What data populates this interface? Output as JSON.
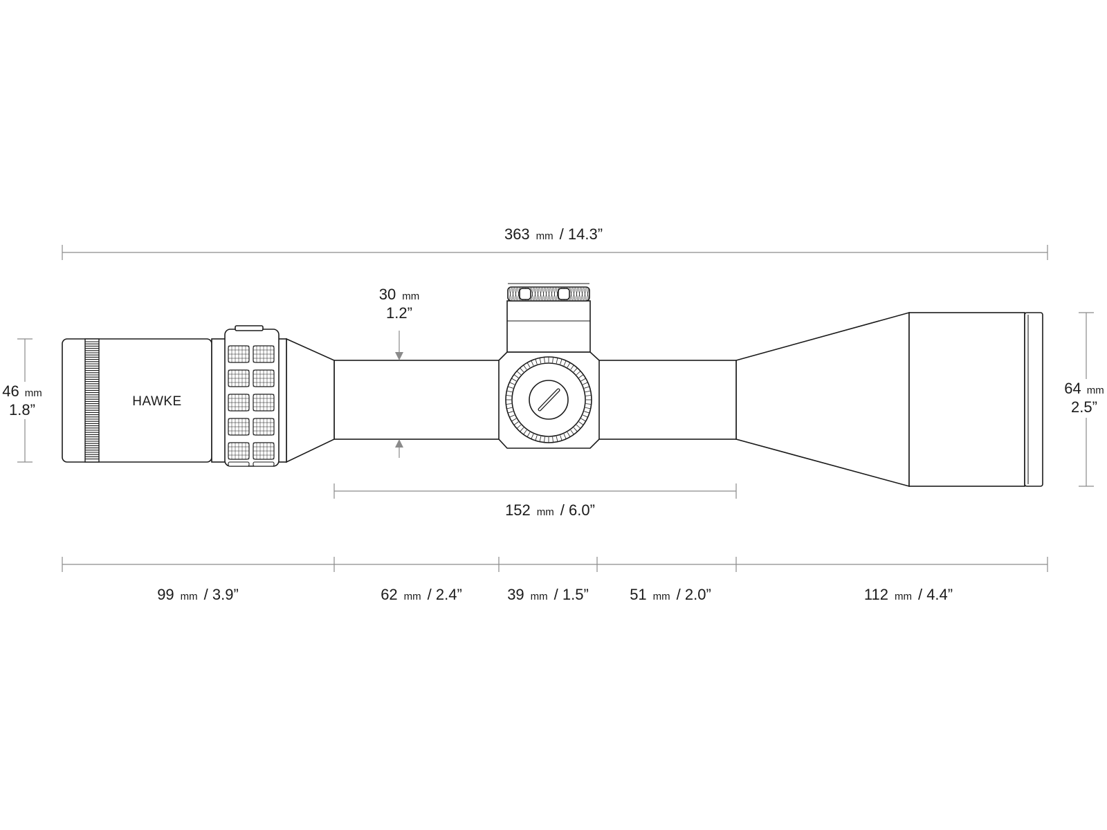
{
  "brand": "HAWKE",
  "overall_length": {
    "metric": "363",
    "unit": "mm",
    "imperial": "/ 14.3”"
  },
  "tube_diameter": {
    "metric": "30",
    "unit": "mm",
    "imperial": "1.2”"
  },
  "eyepiece_diameter": {
    "metric": "46",
    "unit": "mm",
    "imperial": "1.8”"
  },
  "objective_diameter": {
    "metric": "64",
    "unit": "mm",
    "imperial": "2.5”"
  },
  "mounting_length": {
    "metric": "152",
    "unit": "mm",
    "imperial": "/ 6.0”"
  },
  "segments": [
    {
      "metric": "99",
      "unit": "mm",
      "imperial": "/ 3.9”"
    },
    {
      "metric": "62",
      "unit": "mm",
      "imperial": "/ 2.4”"
    },
    {
      "metric": "39",
      "unit": "mm",
      "imperial": "/ 1.5”"
    },
    {
      "metric": "51",
      "unit": "mm",
      "imperial": "/ 2.0”"
    },
    {
      "metric": "112",
      "unit": "mm",
      "imperial": "/ 4.4”"
    }
  ],
  "colors": {
    "line": "#1a1a1a",
    "dimension": "#8a8a8a",
    "background": "#ffffff"
  }
}
